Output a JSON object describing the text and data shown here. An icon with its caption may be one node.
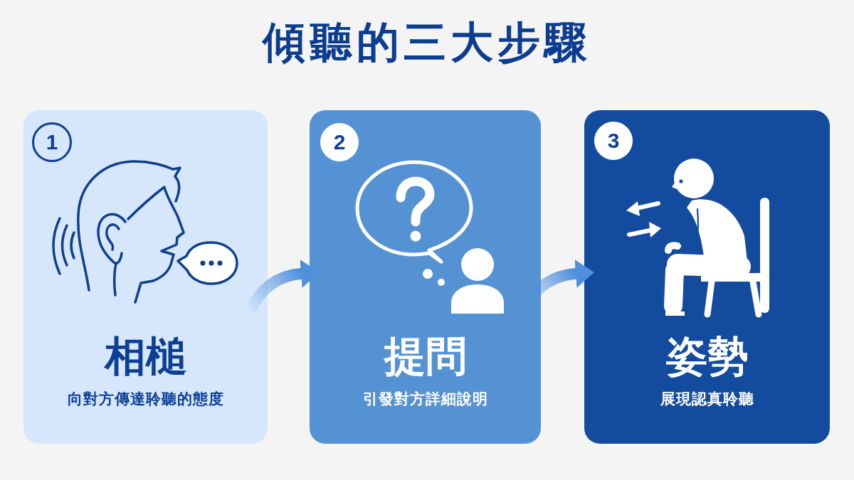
{
  "diagram": {
    "title": "傾聽的三大步驟",
    "nodes": [
      {
        "text": [
          "1",
          "相槌",
          "向對方傳達聆聽的態度"
        ]
      },
      {
        "text": [
          "2",
          "提問",
          "引發對方詳細說明"
        ]
      },
      {
        "text": [
          "3",
          "姿勢",
          "展現認真聆聽"
        ]
      }
    ],
    "edges": [
      {
        "from": 0,
        "to": 1,
        "arrow": "to"
      },
      {
        "from": 1,
        "to": 2,
        "arrow": "to"
      }
    ]
  }
}
